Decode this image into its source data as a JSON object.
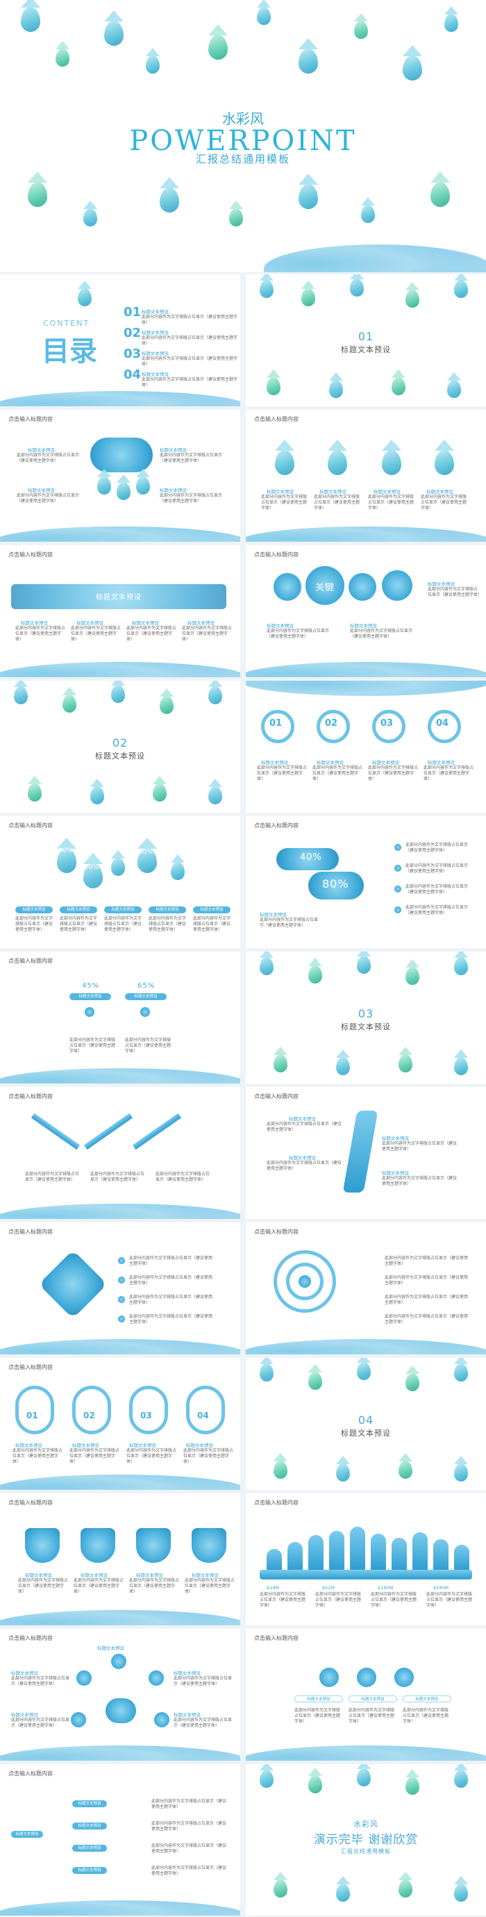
{
  "cover": {
    "subtitle_cn": "水彩风",
    "title": "POWERPOINT",
    "tagline": "汇报总结通用模板"
  },
  "toc": {
    "label_en": "CONTENT",
    "label_cn": "目录",
    "items": [
      {
        "num": "01",
        "text": "标题文本预设"
      },
      {
        "num": "02",
        "text": "标题文本预设"
      },
      {
        "num": "03",
        "text": "标题文本预设"
      },
      {
        "num": "04",
        "text": "标题文本预设"
      }
    ]
  },
  "sections": [
    {
      "num": "01",
      "title": "标题文本预设"
    },
    {
      "num": "02",
      "title": "标题文本预设"
    },
    {
      "num": "03",
      "title": "标题文本预设"
    },
    {
      "num": "04",
      "title": "标题文本预设"
    }
  ],
  "common": {
    "slide_title": "点击输入标题内容",
    "heading": "标题文本预设",
    "body": "此部分内容作为文字排版占位显示（建议使用主题字体）",
    "key": "关键"
  },
  "percent": {
    "p90": "90%",
    "p80": "80%",
    "p60": "60%",
    "p40": "40%",
    "p45": "45%",
    "p65": "65%",
    "p50": "50%"
  },
  "steps": [
    "01",
    "02",
    "03",
    "04"
  ],
  "money": [
    "$19M",
    "$52M",
    "$180M",
    "$540M"
  ],
  "ending": {
    "subtitle_cn": "水彩风",
    "title": "演示完毕 谢谢欣赏",
    "tagline": "汇报总结通用模板"
  },
  "colors": {
    "accent": "#3aa7d2",
    "teal": "#5dcfb0",
    "light": "#bfeaf5"
  }
}
